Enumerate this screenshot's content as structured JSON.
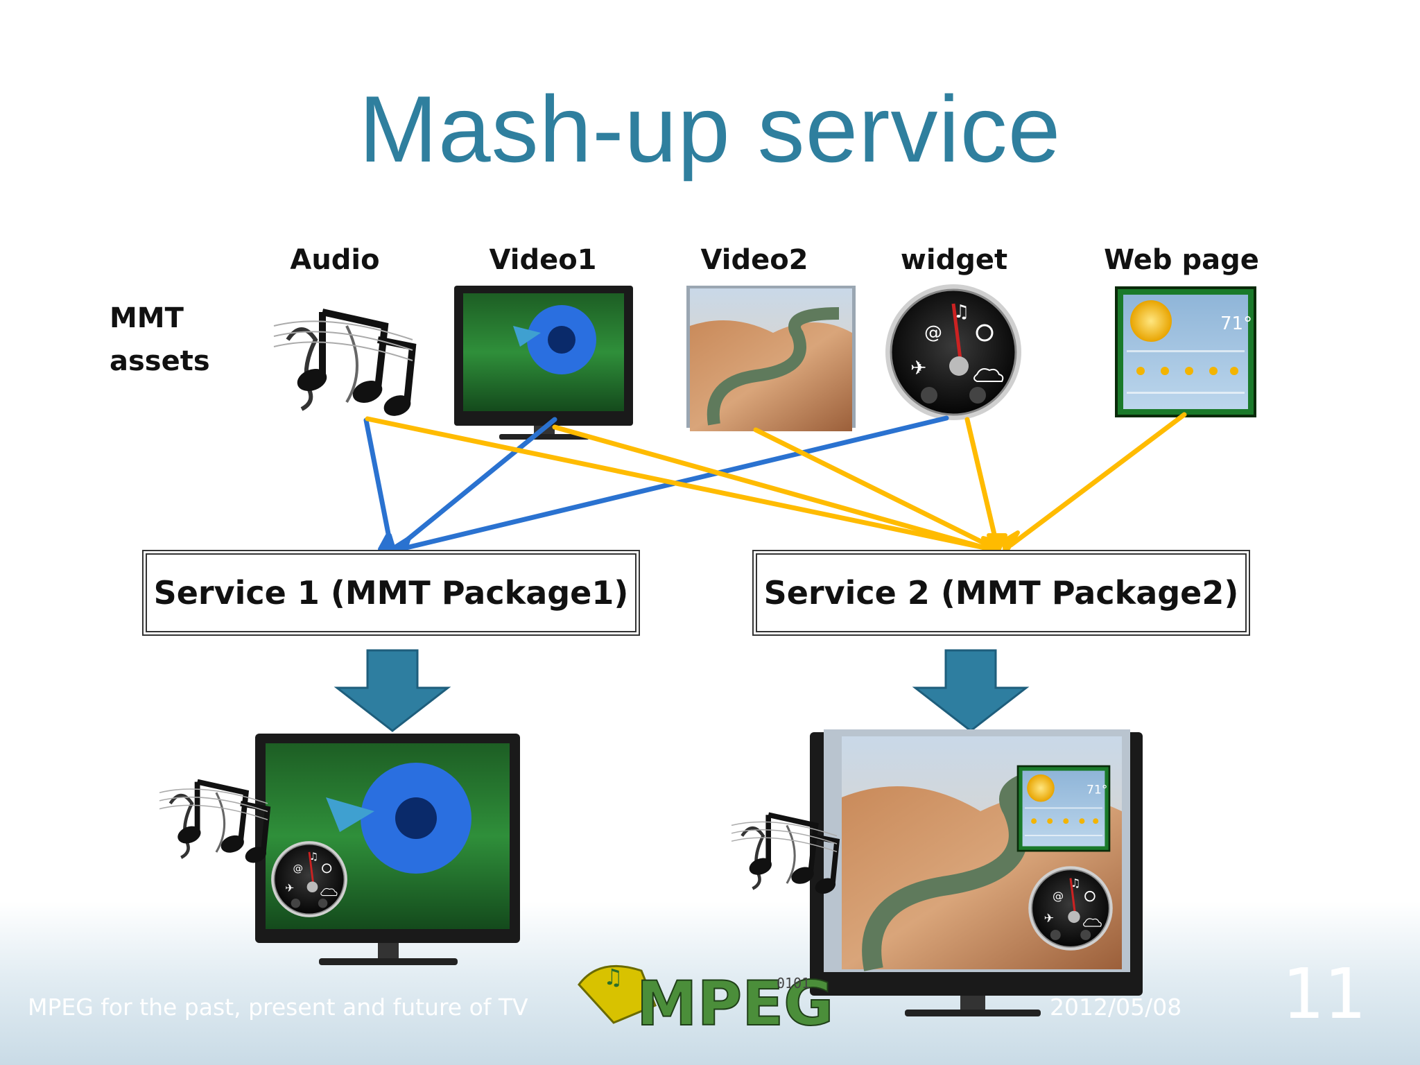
{
  "slide": {
    "title": "Mash-up service",
    "mmt_label_line1": "MMT",
    "mmt_label_line2": "assets",
    "assets": [
      {
        "label": "Audio",
        "icon": "music-notes-icon"
      },
      {
        "label": "Video1",
        "icon": "tv-hummingbird-icon"
      },
      {
        "label": "Video2",
        "icon": "canyon-photo-icon"
      },
      {
        "label": "widget",
        "icon": "dashboard-widget-icon"
      },
      {
        "label": "Web page",
        "icon": "weather-webpage-icon"
      }
    ],
    "services": [
      {
        "label": "Service 1 (MMT Package1)"
      },
      {
        "label": "Service 2 (MMT Package2)"
      }
    ],
    "weather_temp": "71°",
    "footer": {
      "left": "MPEG for the past, present and future of TV",
      "logo": "MPEG",
      "date": "2012/05/08",
      "page": "11"
    }
  },
  "colors": {
    "title": "#2f7f9e",
    "service1_arrows": "#2a72d0",
    "service2_arrows": "#ffbb00",
    "down_arrow": "#2e7ea0"
  }
}
